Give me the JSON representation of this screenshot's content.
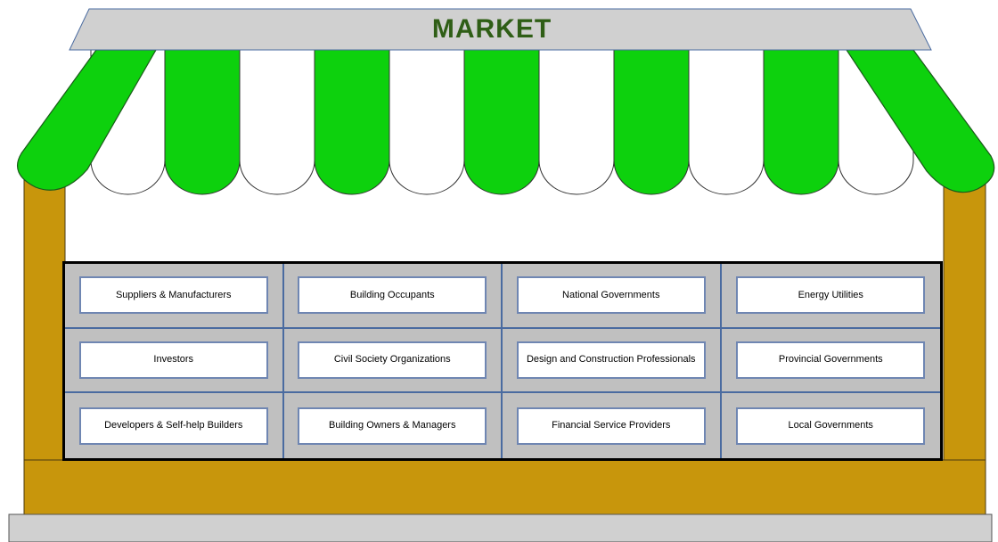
{
  "sign": {
    "title": "MARKET"
  },
  "colors": {
    "awning_green": "#0dd10d",
    "awning_white": "#ffffff",
    "post_gold": "#c8960c",
    "sign_gray": "#d0d0d0",
    "title_green": "#2f5e16",
    "grid_gray": "#c0c0c0",
    "grid_line_blue": "#4a6ba0"
  },
  "stakeholders": [
    [
      "Suppliers & Manufacturers",
      "Building Occupants",
      "National  Governments",
      "Energy Utilities"
    ],
    [
      "Investors",
      "Civil Society Organizations",
      "Design and Construction Professionals",
      "Provincial Governments"
    ],
    [
      "Developers & Self-help Builders",
      "Building Owners & Managers",
      "Financial Service Providers",
      "Local Governments"
    ]
  ]
}
